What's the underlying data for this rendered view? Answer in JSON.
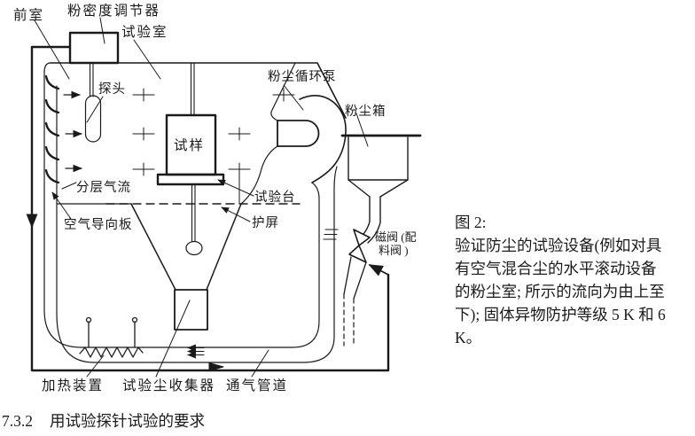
{
  "figure": {
    "labels": {
      "front_chamber": "前室",
      "powder_density_regulator": "粉密度调节器",
      "test_chamber": "试验室",
      "probe": "探头",
      "specimen": "试样",
      "stratified_airflow": "分层气流",
      "air_guide_plate": "空气导向板",
      "test_bench": "试验台",
      "protective_screen": "护屏",
      "dust_circulation_pump": "粉尘循环泵",
      "dust_box": "粉尘箱",
      "magnetic_valve_line1": "磁阀 (配",
      "magnetic_valve_line2": "料阀 )",
      "heating_device": "加热装置",
      "test_dust_collector": "试验尘收集器",
      "ventilation_duct": "通气管道"
    },
    "caption": {
      "title": "图 2:",
      "body": "验证防尘的试验设备(例如对具\n有空气混合尘的水平滚动设备\n的粉尘室; 所示的流向为由上至\n下); 固体异物防护等级 5 K 和 6\nK。"
    }
  },
  "section_heading": {
    "number": "7.3.2",
    "title": "用试验探针试验的要求"
  },
  "colors": {
    "ink": "#1a1a1a",
    "background": "#ffffff"
  }
}
